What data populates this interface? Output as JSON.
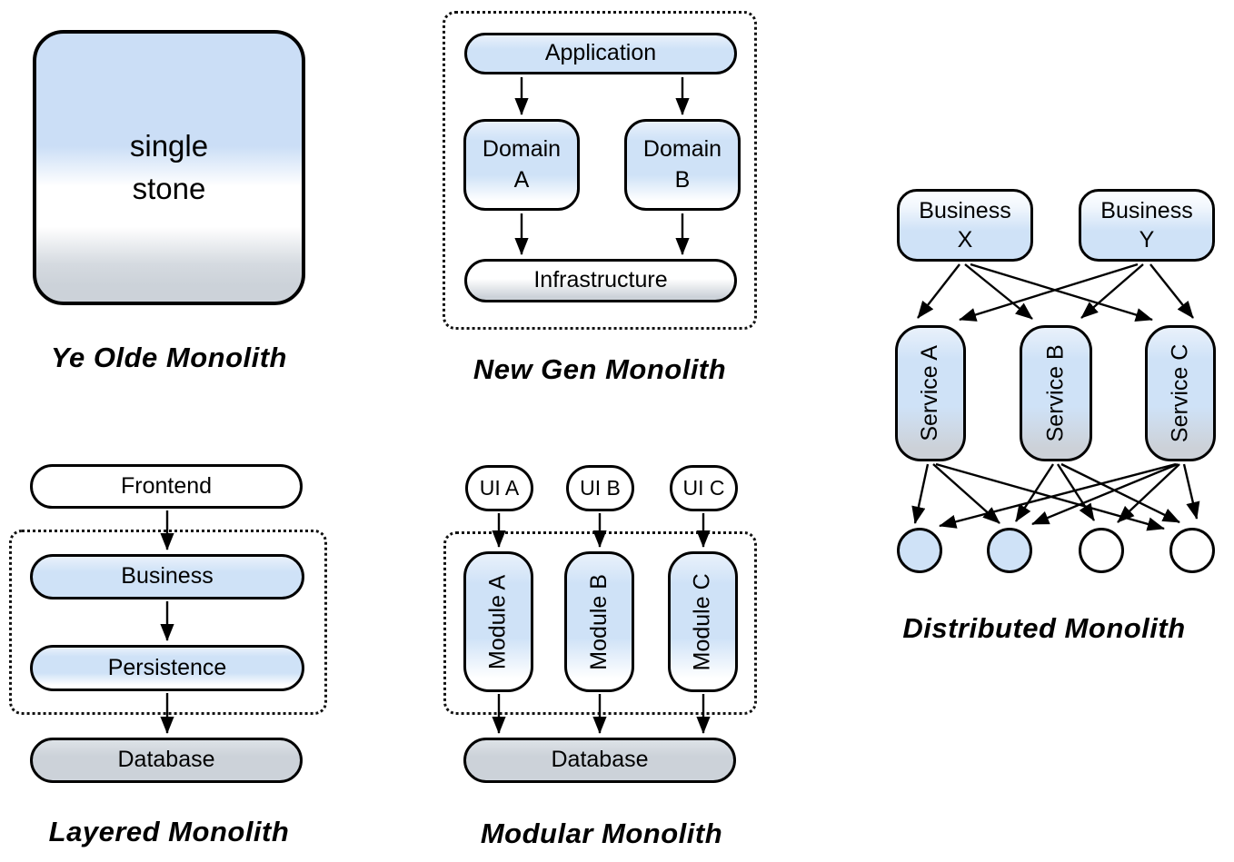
{
  "colors": {
    "node_blue": "#cfe2f7",
    "node_gray": "#ccd2d9",
    "outline": "#000000",
    "background": "#ffffff"
  },
  "ye_olde": {
    "caption": "Ye Olde Monolith",
    "stone_label": "single\nstone"
  },
  "new_gen": {
    "caption": "New Gen Monolith",
    "application": "Application",
    "domain_a": "Domain\nA",
    "domain_b": "Domain\nB",
    "infrastructure": "Infrastructure",
    "flows": [
      "Application → Domain A",
      "Application → Domain B",
      "Domain A → Infrastructure",
      "Domain B → Infrastructure"
    ]
  },
  "layered": {
    "caption": "Layered Monolith",
    "frontend": "Frontend",
    "business": "Business",
    "persistence": "Persistence",
    "database": "Database",
    "flows": [
      "Frontend → Business",
      "Business → Persistence",
      "Persistence → Database"
    ]
  },
  "modular": {
    "caption": "Modular Monolith",
    "ui_a": "UI A",
    "ui_b": "UI B",
    "ui_c": "UI C",
    "module_a": "Module A",
    "module_b": "Module B",
    "module_c": "Module C",
    "database": "Database",
    "flows": [
      "UI A → Module A",
      "UI B → Module B",
      "UI C → Module C",
      "Module A → Database",
      "Module B → Database",
      "Module C → Database"
    ]
  },
  "distributed": {
    "caption": "Distributed Monolith",
    "business_x": "Business\nX",
    "business_y": "Business\nY",
    "service_a": "Service A",
    "service_b": "Service B",
    "service_c": "Service C",
    "database_circles_filled": [
      true,
      true,
      false,
      false
    ],
    "flows_top": [
      "Business X → Service A",
      "Business X → Service B",
      "Business X → Service C",
      "Business Y → Service A",
      "Business Y → Service B",
      "Business Y → Service C"
    ],
    "flows_bottom": [
      "Service A → circle 1",
      "Service A → circle 2",
      "Service A → circle 4",
      "Service B → circle 2",
      "Service B → circle 3",
      "Service B → circle 4",
      "Service C → circle 1",
      "Service C → circle 2",
      "Service C → circle 3",
      "Service C → circle 4"
    ]
  }
}
